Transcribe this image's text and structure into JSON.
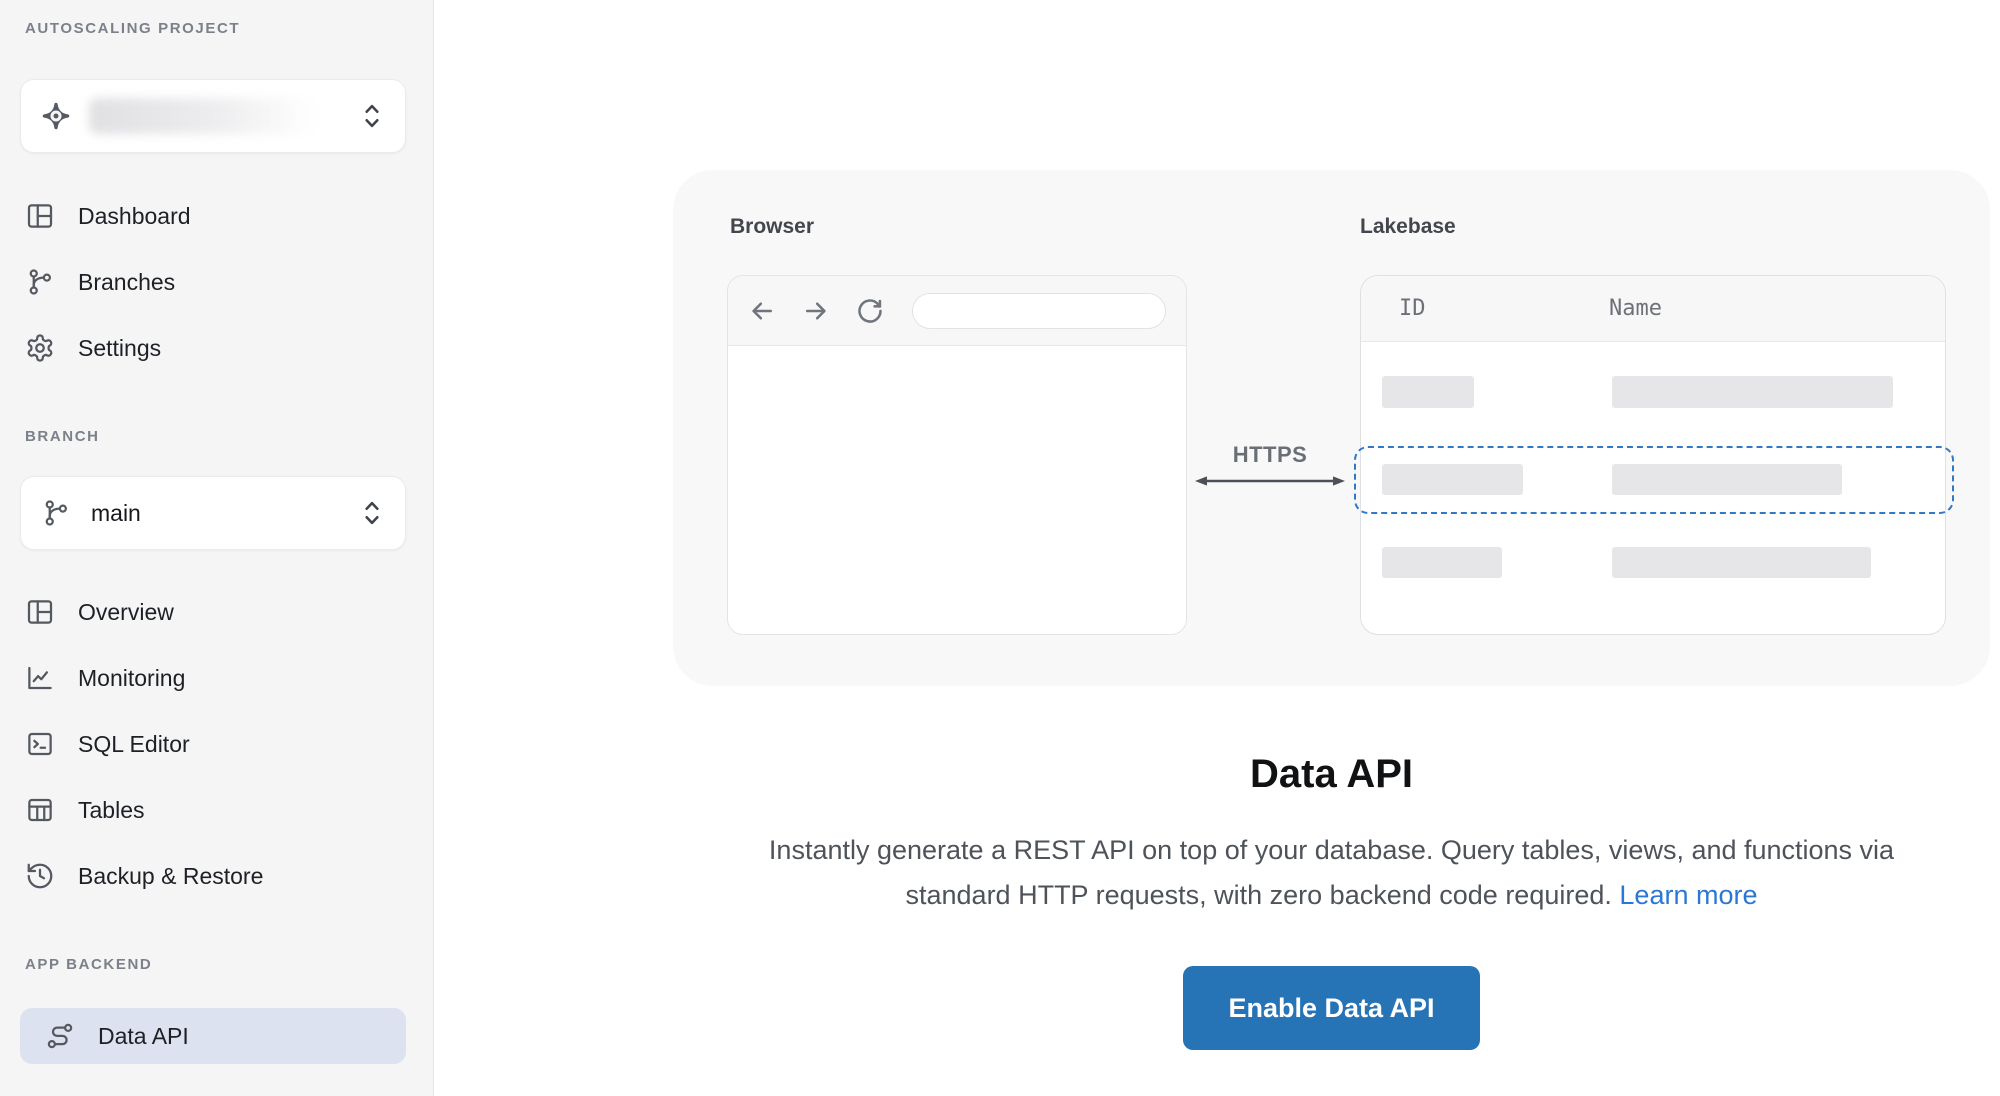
{
  "sidebar": {
    "section_project_label": "AUTOSCALING PROJECT",
    "project_selector": {
      "value": ""
    },
    "nav_project": [
      {
        "icon": "dashboard-icon",
        "label": "Dashboard"
      },
      {
        "icon": "git-branch-icon",
        "label": "Branches"
      },
      {
        "icon": "gear-icon",
        "label": "Settings"
      }
    ],
    "section_branch_label": "BRANCH",
    "branch_selector": {
      "value": "main"
    },
    "nav_branch": [
      {
        "icon": "overview-icon",
        "label": "Overview"
      },
      {
        "icon": "monitoring-icon",
        "label": "Monitoring"
      },
      {
        "icon": "sql-editor-icon",
        "label": "SQL Editor"
      },
      {
        "icon": "tables-icon",
        "label": "Tables"
      },
      {
        "icon": "history-icon",
        "label": "Backup & Restore"
      }
    ],
    "section_app_label": "APP BACKEND",
    "nav_app": [
      {
        "icon": "route-icon",
        "label": "Data API",
        "active": true
      }
    ]
  },
  "illustration": {
    "browser_label": "Browser",
    "lakebase_label": "Lakebase",
    "https_label": "HTTPS",
    "table_columns": [
      "ID",
      "Name"
    ]
  },
  "main": {
    "title": "Data API",
    "description_line1": "Instantly generate a REST API on top of your database. Query tables, views, and functions via",
    "description_line2": "standard HTTP requests, with zero backend code required.",
    "learn_more_label": "Learn more",
    "enable_button_label": "Enable Data API"
  },
  "colors": {
    "button_blue": "#2673b6",
    "link_blue": "#2b78d4",
    "selected_item_bg": "#dce2ef",
    "dashed_highlight": "#3178c6"
  }
}
